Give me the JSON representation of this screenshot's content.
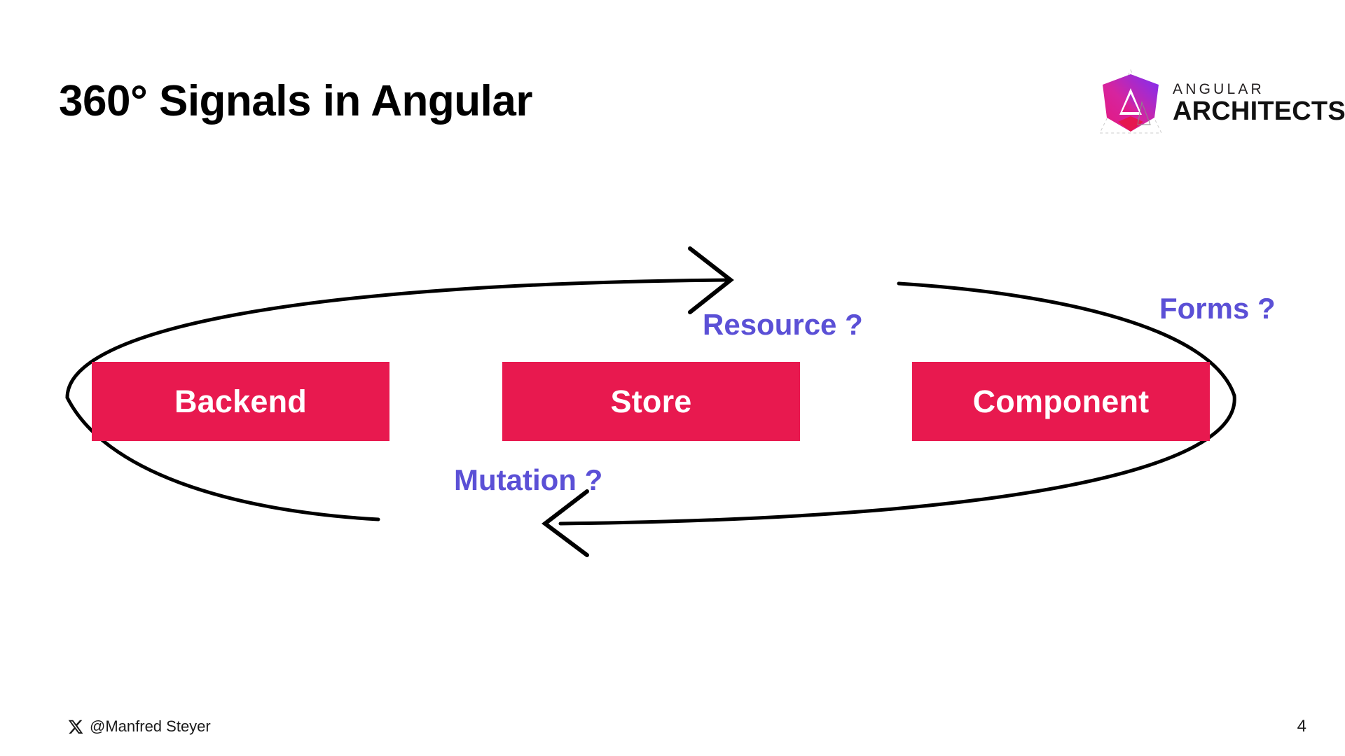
{
  "slide": {
    "title": "360° Signals in Angular",
    "page_number": "4",
    "background_color": "#FFFFFF"
  },
  "logo": {
    "name": "angular-architects-logo",
    "line1": "ANGULAR",
    "line2": "ARCHITECTS",
    "gradient_start": "#E5177B",
    "gradient_end": "#7B2FF7"
  },
  "diagram": {
    "type": "cycle",
    "accent_color": "#E8194F",
    "label_color": "#5B50D6",
    "node_text_color": "#FFFFFF",
    "stroke_color": "#000000",
    "nodes": [
      {
        "id": "backend",
        "label": "Backend"
      },
      {
        "id": "store",
        "label": "Store"
      },
      {
        "id": "component",
        "label": "Component"
      }
    ],
    "edge_labels": [
      {
        "id": "resource",
        "label": "Resource ?"
      },
      {
        "id": "forms",
        "label": "Forms ?"
      },
      {
        "id": "mutation",
        "label": "Mutation ?"
      }
    ]
  },
  "footer": {
    "social_icon": "x-twitter-icon",
    "handle": "@Manfred Steyer"
  }
}
